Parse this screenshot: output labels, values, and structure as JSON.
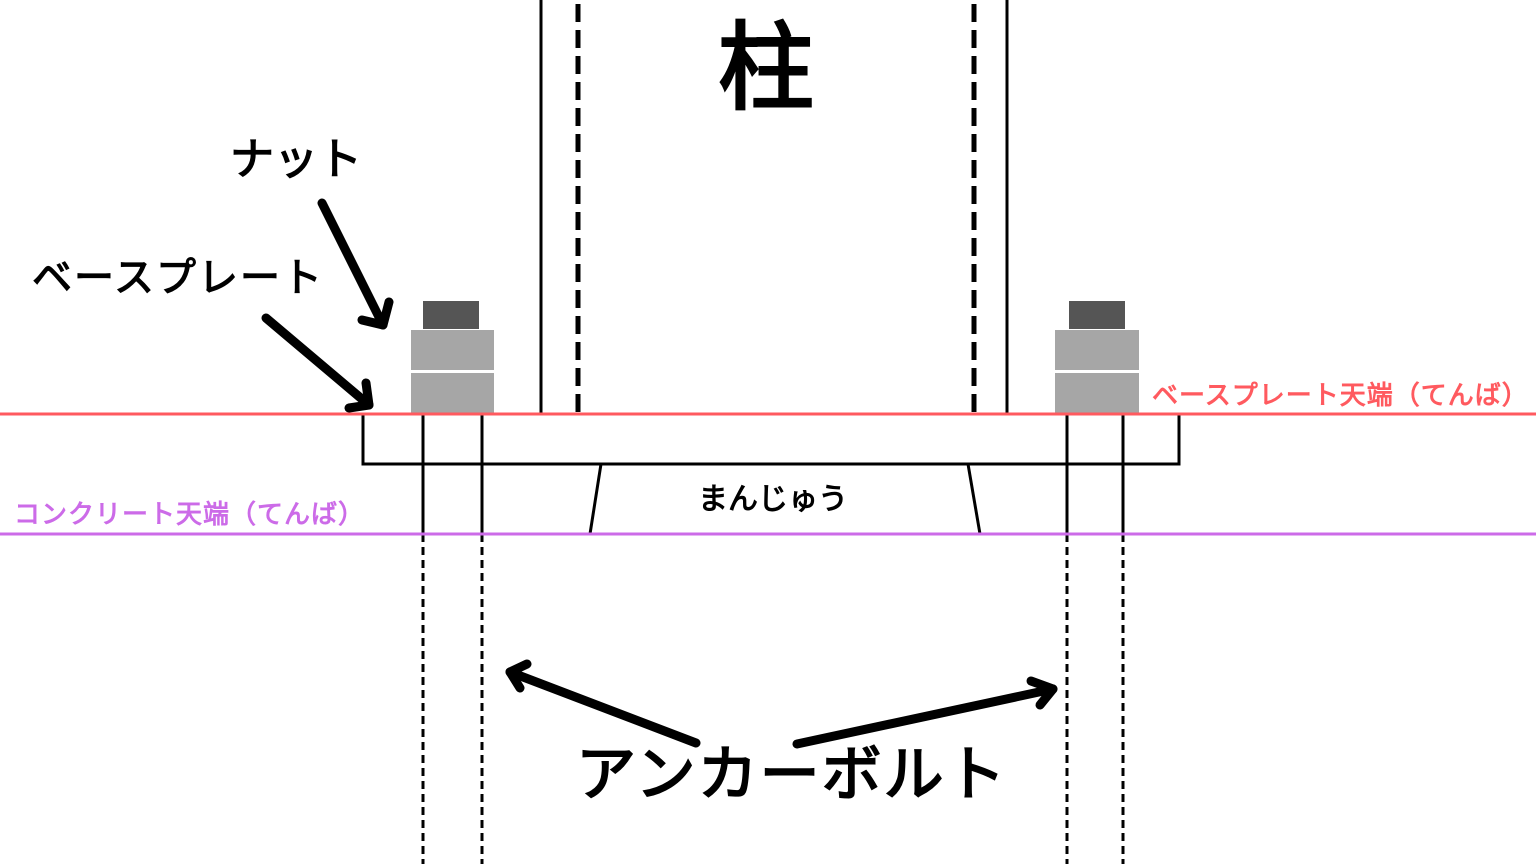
{
  "diagram": {
    "title": "柱",
    "labels": {
      "nut": "ナット",
      "base_plate": "ベースプレート",
      "base_plate_top": "ベースプレート天端（てんば）",
      "concrete_top": "コンクリート天端（てんば）",
      "manju": "まんじゅう",
      "anchor_bolt": "アンカーボルト"
    },
    "colors": {
      "base_plate_top_line": "#ff5a5f",
      "concrete_top_line": "#cc6be8",
      "nut_cap": "#555555",
      "nut_body": "#a6a6a6",
      "line": "#000000"
    },
    "components": [
      "column",
      "base-plate",
      "nut-left",
      "nut-right",
      "anchor-bolt-left",
      "anchor-bolt-right",
      "grout-pad (manju)"
    ]
  }
}
